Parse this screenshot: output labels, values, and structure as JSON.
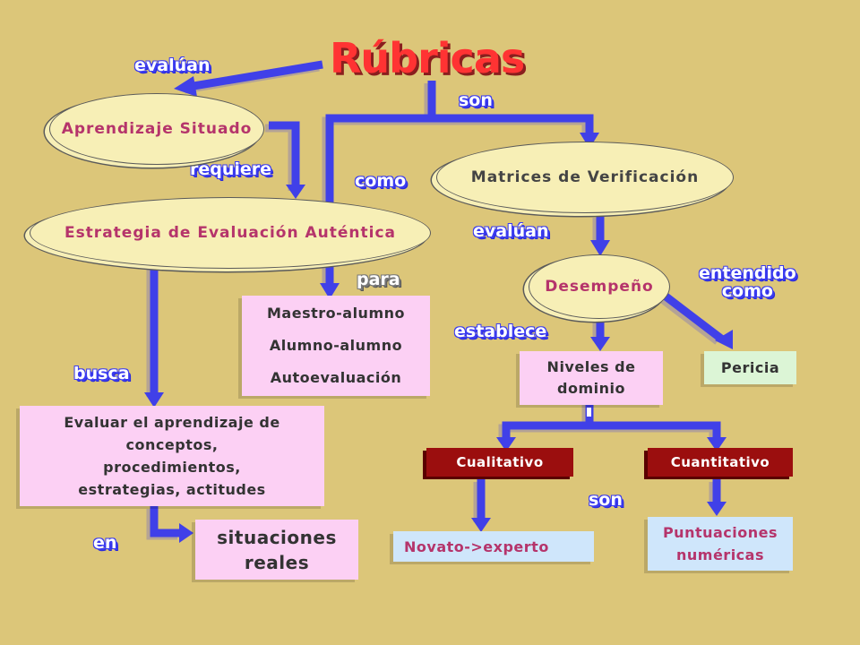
{
  "title": "Rúbricas",
  "nodes": {
    "aprendizaje": "Aprendizaje  Situado",
    "matrices": "Matrices de Verificación",
    "estrategia": "Estrategia de Evaluación Auténtica",
    "desempeno": "Desempeño",
    "modalidades": [
      "Maestro-alumno",
      "Alumno-alumno",
      "Autoevaluación"
    ],
    "niveles": [
      "Niveles de",
      "dominio"
    ],
    "pericia": "Pericia",
    "evaluar": [
      "Evaluar el aprendizaje de",
      "conceptos,",
      "procedimientos,",
      "estrategias, actitudes"
    ],
    "cualitativo": "Cualitativo",
    "cuantitativo": "Cuantitativo",
    "situaciones": [
      "situaciones",
      "reales"
    ],
    "novato": "Novato->experto",
    "puntuaciones": [
      "Puntuaciones",
      "numéricas"
    ]
  },
  "links": {
    "evaluan_1": "evalúan",
    "son_1": "son",
    "requiere": "requiere",
    "como": "como",
    "evaluan_2": "evalúan",
    "para": "para",
    "entendido_como": [
      "entendido",
      "como"
    ],
    "establece": "establece",
    "busca": "busca",
    "son_2": "son",
    "en": "en"
  },
  "colors": {
    "background": "#dcc679",
    "arrow": "#4040e8",
    "title": "#ff3333",
    "ellipse_fill": "#f7efb6",
    "ellipse_text": "#b5346b",
    "pink_box": "#fcd0f4",
    "green_box": "#dcf5d6",
    "blue_box": "#cfe6fb",
    "red_box": "#9b0e0e"
  }
}
